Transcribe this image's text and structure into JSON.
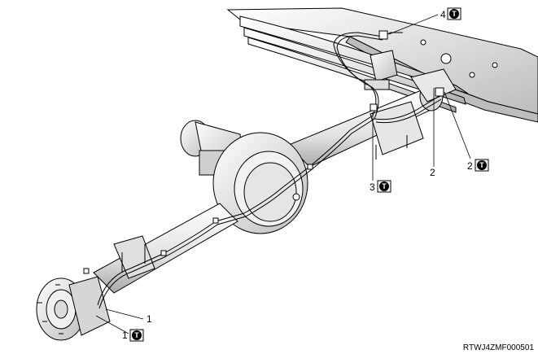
{
  "callouts": {
    "c1_upper": "1",
    "c1_lower": "1",
    "c2_left": "2",
    "c2_right": "2",
    "c3": "3",
    "c4": "4"
  },
  "torque_symbol": "T",
  "figure_code": "RTWJ4ZMF000501",
  "icons": [
    "torque-mark-icon"
  ],
  "colors": {
    "line": "#000000",
    "fill": "#ffffff",
    "shade": "#cfcfcf",
    "mark": "#000000"
  }
}
